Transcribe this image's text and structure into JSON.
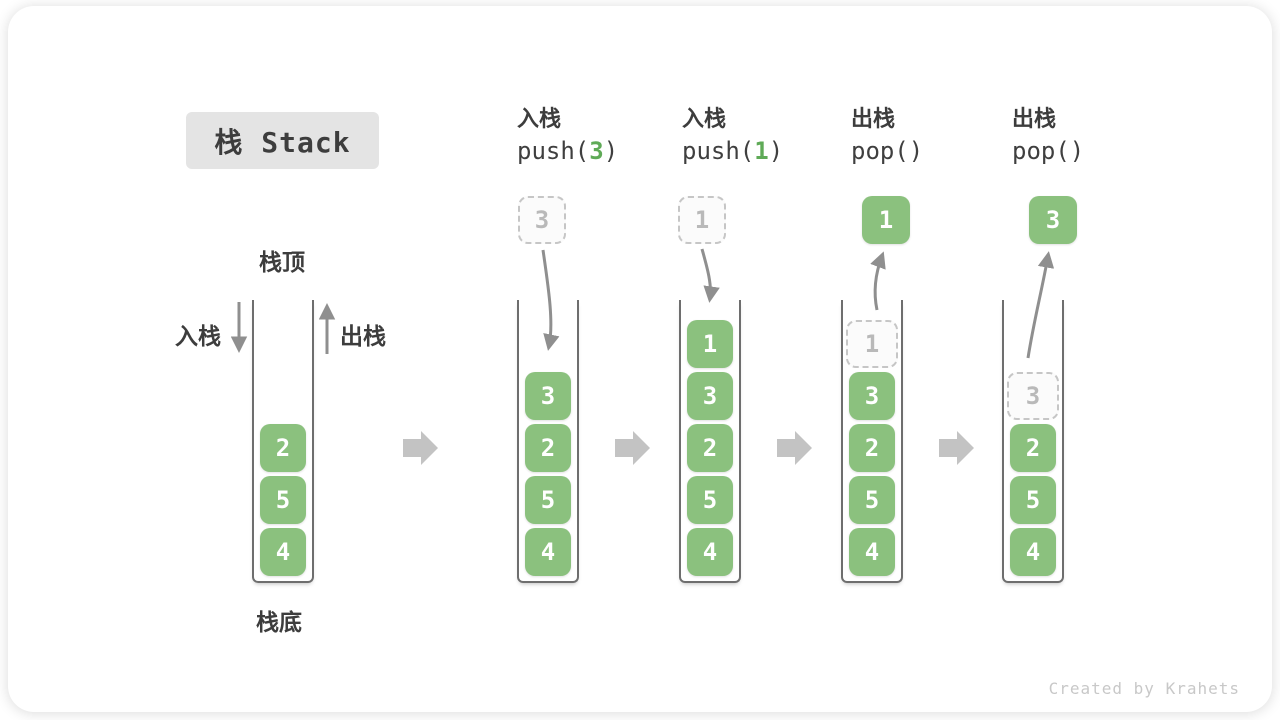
{
  "title": "栈 Stack",
  "side_labels": {
    "stack_top": "栈顶",
    "stack_bottom": "栈底",
    "push_in": "入栈",
    "pop_out": "出栈"
  },
  "operations": [
    {
      "label": "入栈",
      "code_pre": "push(",
      "code_arg": "3",
      "code_post": ")"
    },
    {
      "label": "入栈",
      "code_pre": "push(",
      "code_arg": "1",
      "code_post": ")"
    },
    {
      "label": "出栈",
      "code_pre": "pop()",
      "code_arg": "",
      "code_post": ""
    },
    {
      "label": "出栈",
      "code_pre": "pop()",
      "code_arg": "",
      "code_post": ""
    }
  ],
  "floating_boxes": [
    {
      "value": "3",
      "style": "ghost"
    },
    {
      "value": "1",
      "style": "ghost"
    },
    {
      "value": "1",
      "style": "solid"
    },
    {
      "value": "3",
      "style": "solid"
    }
  ],
  "stacks": [
    {
      "items": [
        {
          "value": "2",
          "style": "solid"
        },
        {
          "value": "5",
          "style": "solid"
        },
        {
          "value": "4",
          "style": "solid"
        }
      ]
    },
    {
      "items": [
        {
          "value": "3",
          "style": "solid"
        },
        {
          "value": "2",
          "style": "solid"
        },
        {
          "value": "5",
          "style": "solid"
        },
        {
          "value": "4",
          "style": "solid"
        }
      ]
    },
    {
      "items": [
        {
          "value": "1",
          "style": "solid"
        },
        {
          "value": "3",
          "style": "solid"
        },
        {
          "value": "2",
          "style": "solid"
        },
        {
          "value": "5",
          "style": "solid"
        },
        {
          "value": "4",
          "style": "solid"
        }
      ]
    },
    {
      "items": [
        {
          "value": "1",
          "style": "ghost"
        },
        {
          "value": "3",
          "style": "solid"
        },
        {
          "value": "2",
          "style": "solid"
        },
        {
          "value": "5",
          "style": "solid"
        },
        {
          "value": "4",
          "style": "solid"
        }
      ]
    },
    {
      "items": [
        {
          "value": "3",
          "style": "ghost"
        },
        {
          "value": "2",
          "style": "solid"
        },
        {
          "value": "5",
          "style": "solid"
        },
        {
          "value": "4",
          "style": "solid"
        }
      ]
    }
  ],
  "footer": "Created by Krahets",
  "colors": {
    "cell_green": "#8bc17e",
    "code_arg_green": "#5faa57",
    "step_arrow_gray": "#c3c3c3",
    "curve_arrow_gray": "#8f8f8f",
    "ghost_border": "#c6c6c6",
    "ghost_text": "#b9b9b9",
    "wall_gray": "#6e6e6e",
    "text_dark": "#3d3d3d",
    "title_bg": "#e4e4e4",
    "footer_gray": "#c8c8c8"
  }
}
